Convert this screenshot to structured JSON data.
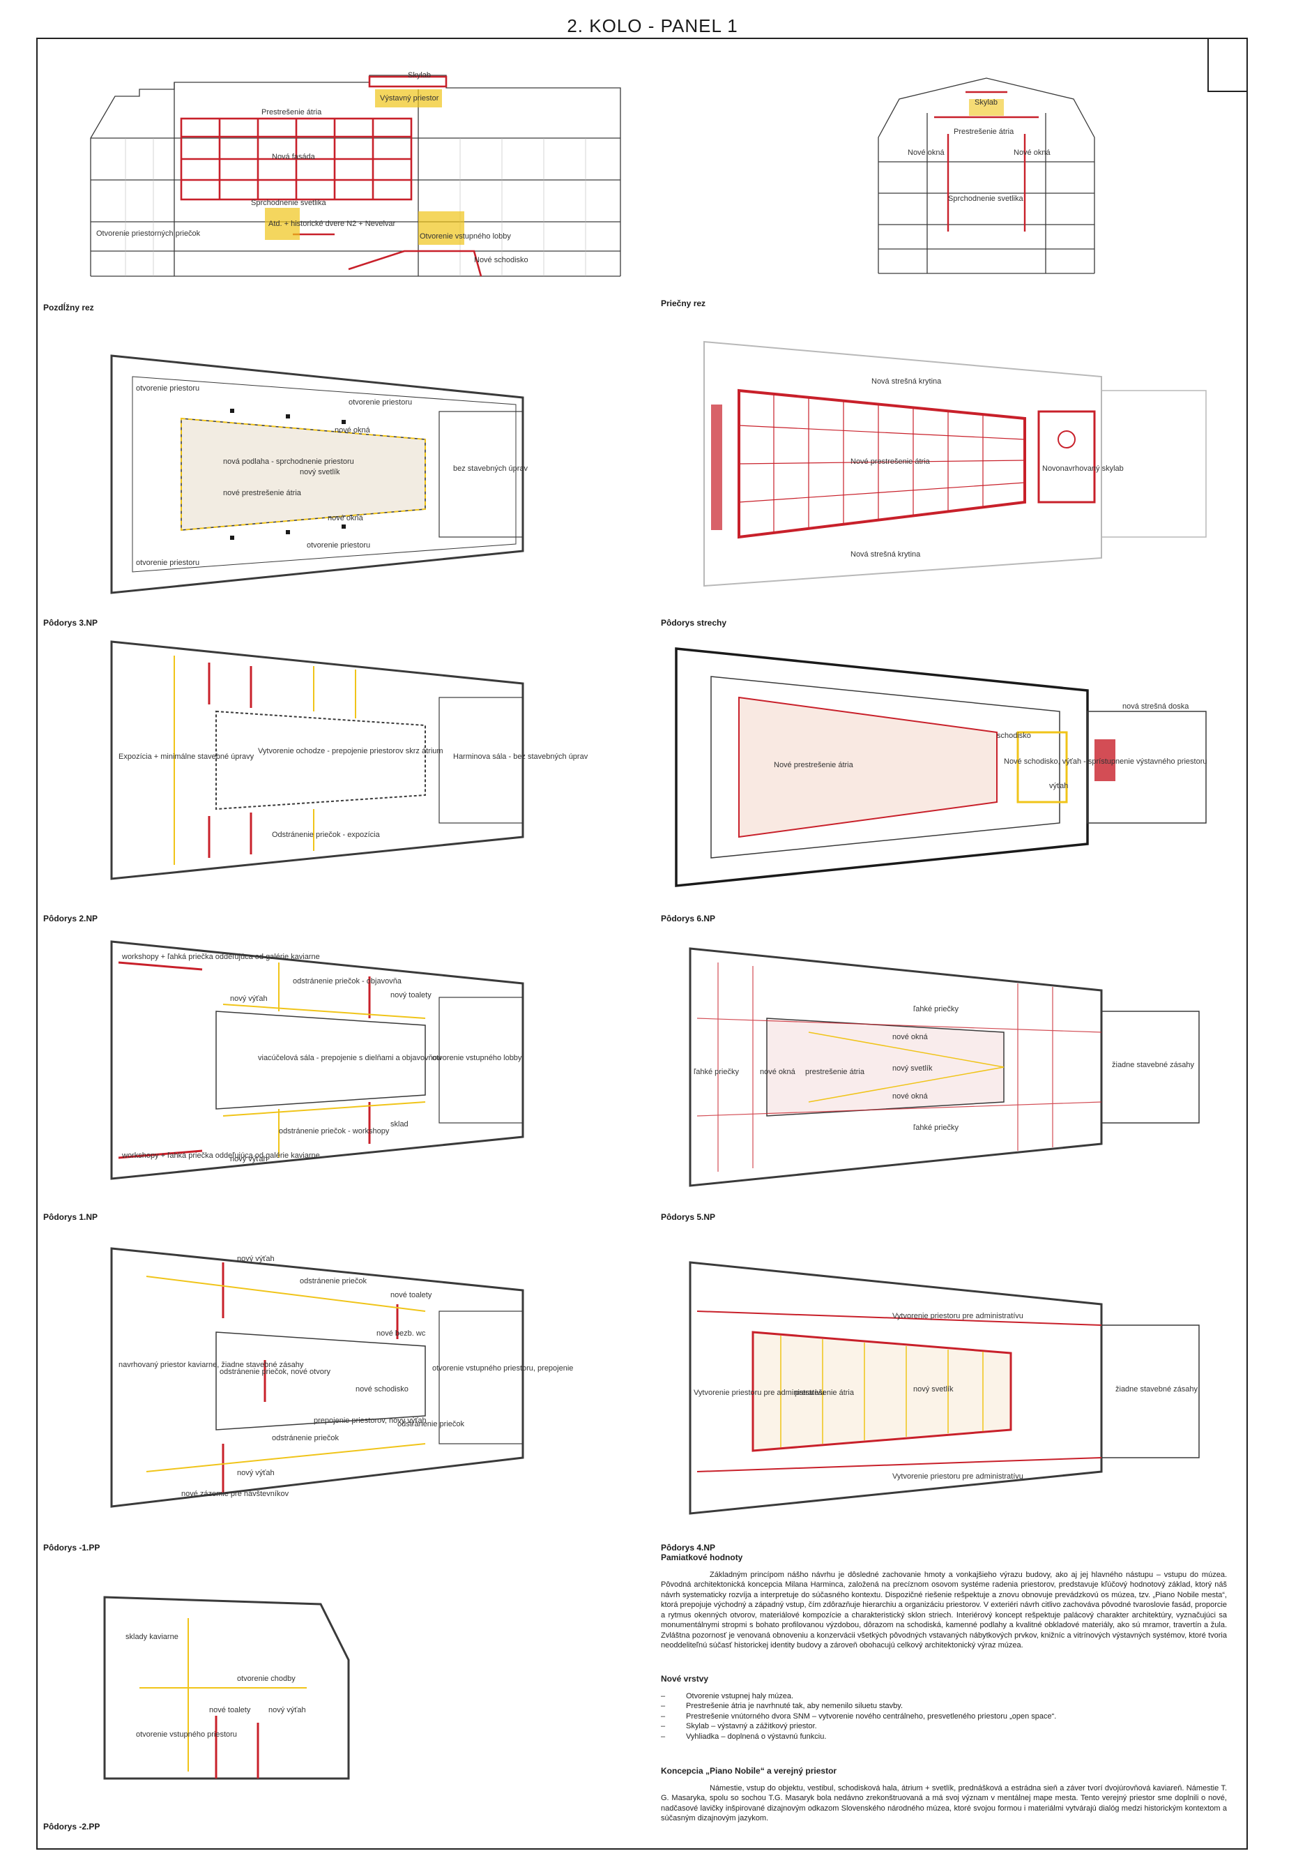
{
  "sheet_title": "2. KOLO - PANEL 1",
  "captions": {
    "long_section": "Pozdĺžny rez",
    "cross_section": "Priečny rez",
    "plan_3np": "Pôdorys 3.NP",
    "plan_roof": "Pôdorys strechy",
    "plan_2np": "Pôdorys 2.NP",
    "plan_6np": "Pôdorys 6.NP",
    "plan_1np": "Pôdorys 1.NP",
    "plan_5np": "Pôdorys 5.NP",
    "plan_1pp": "Pôdorys -1.PP",
    "plan_4np": "Pôdorys 4.NP",
    "plan_2pp": "Pôdorys -2.PP"
  },
  "annotations": {
    "long_section": [
      "Skylab",
      "Prestrešenie átria",
      "Výstavný priestor",
      "Nová fasáda",
      "Sprchodnenie svetlika",
      "Atd. + historické dvere N2 + Nevelvar",
      "Otvorenie priestorných priečok",
      "Otvorenie vstupného lobby",
      "Nové schodisko"
    ],
    "cross_section": [
      "Skylab",
      "Prestrešenie átria",
      "Nové okná",
      "Nové okná",
      "Sprchodnenie svetlika"
    ],
    "plan_3np": [
      "otvorenie priestoru",
      "otvorenie priestoru",
      "nové okná",
      "nová podlaha - sprchodnenie priestoru",
      "nový svetlík",
      "nové prestrešenie átria",
      "nové okná",
      "otvorenie priestoru",
      "otvorenie priestoru",
      "bez stavebných úprav"
    ],
    "plan_roof": [
      "Nová strešná krytina",
      "Nové prestrešenie átria",
      "Novonavrhovaný skylab",
      "Nová strešná krytina"
    ],
    "plan_2np": [
      "Expozícia + minimálne stavebné úpravy",
      "Vytvorenie ochodze - prepojenie priestorov skrz átrium",
      "Harminova sála - bez stavebných úprav",
      "Odstránenie priečok - expozícia"
    ],
    "plan_6np": [
      "nová strešná doska",
      "Nové prestrešenie átria",
      "schodisko",
      "Nové schodisko, výťah - sprístupnenie výstavného priestoru",
      "výťah"
    ],
    "plan_1np": [
      "workshopy + ľahká priečka oddeľujúca od galérie kaviarne",
      "nový výťah",
      "odstránenie priečok - objavovňa",
      "nový toalety",
      "viacúčelová sála - prepojenie s dielňami a objavovňou",
      "otvorenie vstupného lobby",
      "odstránenie priečok - workshopy",
      "sklad",
      "workshopy + ľahká priečka oddeľujúca od galérie kaviarne",
      "nový výťah"
    ],
    "plan_5np": [
      "ľahké priečky",
      "nové okná",
      "ľahké priečky",
      "nové okná",
      "prestrešenie átria",
      "nový svetlík",
      "nové okná",
      "žiadne stavebné zásahy",
      "ľahké priečky"
    ],
    "plan_1pp": [
      "nový výťah",
      "odstránenie priečok",
      "nové toalety",
      "navrhovaný priestor kaviarne, žiadne stavebné zásahy",
      "odstránenie priečok, nové otvory",
      "nové bezb. wc",
      "nové schodisko",
      "otvorenie vstupného priestoru, prepojenie",
      "prepojenie priestorov, nový výťah",
      "odstránenie priečok",
      "odstránenie priečok",
      "nový výťah",
      "nové zázemie pre návštevníkov"
    ],
    "plan_4np": [
      "Vytvorenie priestoru pre administratívu",
      "Vytvorenie priestoru pre administratívu",
      "prestrešenie átria",
      "nový svetlík",
      "žiadne stavebné zásahy",
      "Vytvorenie priestoru pre administratívu"
    ],
    "plan_2pp": [
      "sklady kaviarne",
      "otvorenie chodby",
      "nové toalety",
      "nový výťah",
      "otvorenie vstupného priestoru"
    ]
  },
  "text": {
    "heritage_title": "Pamiatkové hodnoty",
    "heritage_body": "Základným princípom nášho návrhu je dôsledné zachovanie hmoty a vonkajšieho výrazu budovy, ako aj jej hlavného nástupu – vstupu do múzea. Pôvodná architektonická koncepcia Milana Harminca, založená na precíznom osovom systéme radenia priestorov, predstavuje kľúčový hodnotový základ, ktorý náš návrh systematicky rozvíja a interpretuje do súčasného kontextu. Dispozičné riešenie rešpektuje a znovu obnovuje prevádzkovú os múzea, tzv. „Piano Nobile mesta“, ktorá prepojuje východný a západný vstup, čím zdôrazňuje hierarchiu a organizáciu priestorov. V exteriéri návrh citlivo zachováva pôvodné tvaroslovie fasád, proporcie a rytmus okenných otvorov, materiálové kompozície a charakteristický sklon striech. Interiérový koncept rešpektuje palácový charakter architektúry, vyznačujúci sa monumentálnymi stropmi s bohato profilovanou výzdobou, dôrazom na schodiská, kamenné podlahy a kvalitné obkladové materiály, ako sú mramor, travertín a žula. Zvláštna pozornosť je venovaná obnoveniu a konzervácii všetkých pôvodných vstavaných nábytkových prvkov, knižníc a vitrínových výstavných systémov, ktoré tvoria neoddeliteľnú súčasť historickej identity budovy a zároveň obohacujú celkový architektonický výraz múzea.",
    "layers_title": "Nové vrstvy",
    "layers": [
      "Otvorenie vstupnej haly múzea.",
      "Prestrešenie átria je navrhnuté tak, aby nemenilo siluetu stavby.",
      "Prestrešenie vnútorného dvora SNM – vytvorenie nového centrálneho, presvetleného priestoru „open space“.",
      "Skylab – výstavný a zážitkový priestor.",
      "Vyhliadka – doplnená o výstavnú funkciu."
    ],
    "concept_title": "Koncepcia „Piano Nobile“ a verejný priestor",
    "concept_body": "Námestie, vstup do objektu, vestibul, schodisková hala, átrium + svetlík, prednášková a estrádna sieň a záver tvorí dvojúrovňová kaviareň. Námestie T. G. Masaryka, spolu so sochou T.G. Masaryk bola nedávno zrekonštruovaná a má svoj význam v mentálnej mape mesta. Tento verejný priestor sme doplnili o nové, nadčasové lavičky inšpirované dizajnovým odkazom Slovenského národného múzea, ktoré svojou formou i materiálmi vytvárajú dialóg medzi historickým kontextom a súčasným dizajnovým jazykom."
  },
  "colors": {
    "red": "#c8202a",
    "yellow": "#f0c419",
    "line": "#3a3a3a",
    "grid": "#b8b8b8"
  }
}
